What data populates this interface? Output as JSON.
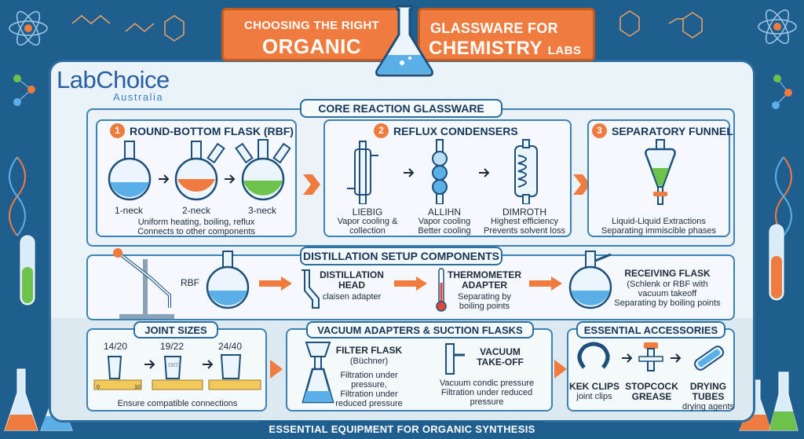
{
  "header": {
    "left_line1": "CHOOSING THE RIGHT",
    "left_line2": "ORGANIC",
    "right_line1": "GLASSWARE  FOR",
    "right_line2": "CHEMISTRY",
    "right_line2_small": "LABS"
  },
  "logo": {
    "name": "LabChoice",
    "sub": "Australia"
  },
  "core": {
    "title": "CORE REACTION GLASSWARE",
    "rbf": {
      "num": "1",
      "title": "ROUND-BOTTOM FLASK (RBF)",
      "labels": [
        "1-neck",
        "2-neck",
        "3-neck"
      ],
      "desc1": "Uniform heating, boiling, reflux",
      "desc2": "Connects to other components"
    },
    "condensers": {
      "num": "2",
      "title": "REFLUX CONDENSERS",
      "items": [
        {
          "name": "LIEBIG",
          "d1": "Vapor cooling &",
          "d2": "collection"
        },
        {
          "name": "ALLIHN",
          "d1": "Vapor cooling",
          "d2": "Better cooling"
        },
        {
          "name": "DIMROTH",
          "d1": "Highest efficiency",
          "d2": "Prevents solvent loss"
        }
      ]
    },
    "funnel": {
      "num": "3",
      "title": "SEPARATORY FUNNEL",
      "d1": "Liquid-Liquid Extractions",
      "d2": "Separating immiscible phases"
    }
  },
  "distillation": {
    "title": "DISTILLATION SETUP COMPONENTS",
    "rbf_label": "RBF",
    "head": {
      "n1": "DISTILLATION",
      "n2": "HEAD",
      "d1": "claisen adapter"
    },
    "thermo": {
      "n1": "THERMOMETER",
      "n2": "ADAPTER",
      "d1": "Separating by",
      "d2": "boiling points"
    },
    "receiving": {
      "n1": "RECEIVING FLASK",
      "d1": "(Schlenk or RBF with",
      "d2": "vacuum takeoff",
      "d3": "Separating by boiling points"
    }
  },
  "joints": {
    "title": "JOINT SIZES",
    "sizes": [
      "14/20",
      "19/22",
      "24/40"
    ],
    "joint_mark": "19/22",
    "ruler_ticks": [
      "0",
      "10"
    ],
    "desc": "Ensure compatible connections"
  },
  "vacuum": {
    "title": "VACUUM ADAPTERS & SUCTION FLASKS",
    "filter": {
      "n1": "FILTER FLASK",
      "n2": "(Büchner)",
      "d1": "Filtration under",
      "d2": "pressure,",
      "d3": "Filtration under",
      "d4": "reduced pressure"
    },
    "takeoff": {
      "n1": "VACUUM",
      "n2": "TAKE-OFF",
      "d1": "Vacuum condic pressure",
      "d2": "Filtration under reduced",
      "d3": "pressure"
    }
  },
  "accessories": {
    "title": "ESSENTIAL ACCESSORIES",
    "items": [
      {
        "n1": "KEK CLIPS",
        "d1": "joint clips"
      },
      {
        "n1": "STOPCOCK",
        "d1": "GREASE"
      },
      {
        "n1": "DRYING",
        "d1": "TUBES",
        "d2": "drying agents"
      }
    ]
  },
  "footer": "ESSENTIAL EQUIPMENT FOR ORGANIC SYNTHESIS",
  "colors": {
    "bg": "#1f5f8f",
    "accent": "#f07b3f",
    "blue_liquid": "#5ab0e6",
    "orange_liquid": "#f07b3f",
    "green_liquid": "#6cc24a",
    "frame": "#2d6e9e"
  }
}
